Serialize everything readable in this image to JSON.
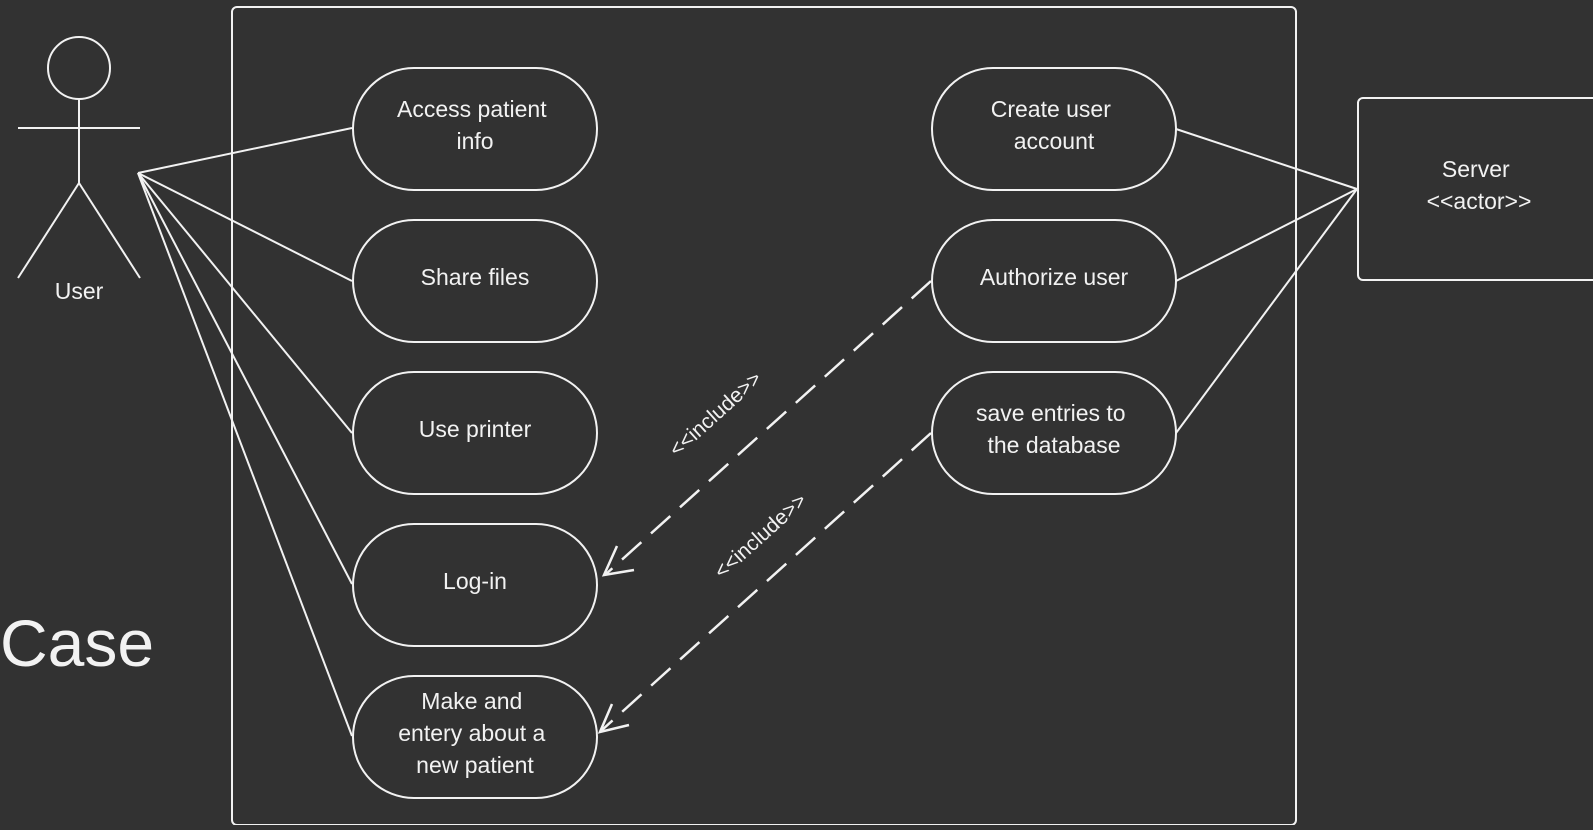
{
  "colors": {
    "background": "#323232",
    "stroke": "#f2f2f2",
    "text": "#f2f2f2"
  },
  "slide_title_fragment": "Case",
  "actors": {
    "user": {
      "label": "User"
    },
    "server": {
      "name": "Server",
      "stereotype": "<<actor>>"
    }
  },
  "use_cases": {
    "access_patient_info": [
      "Access patient",
      "info"
    ],
    "share_files": [
      "Share files"
    ],
    "use_printer": [
      "Use printer"
    ],
    "log_in": [
      "Log-in"
    ],
    "make_entry": [
      "Make and",
      "entery about a",
      "new patient"
    ],
    "create_user_account": [
      "Create user",
      "account"
    ],
    "authorize_user": [
      "Authorize user"
    ],
    "save_entries": [
      "save entries to",
      "the database"
    ]
  },
  "relationships": {
    "include_1": "<<include>>",
    "include_2": "<<include>>"
  }
}
